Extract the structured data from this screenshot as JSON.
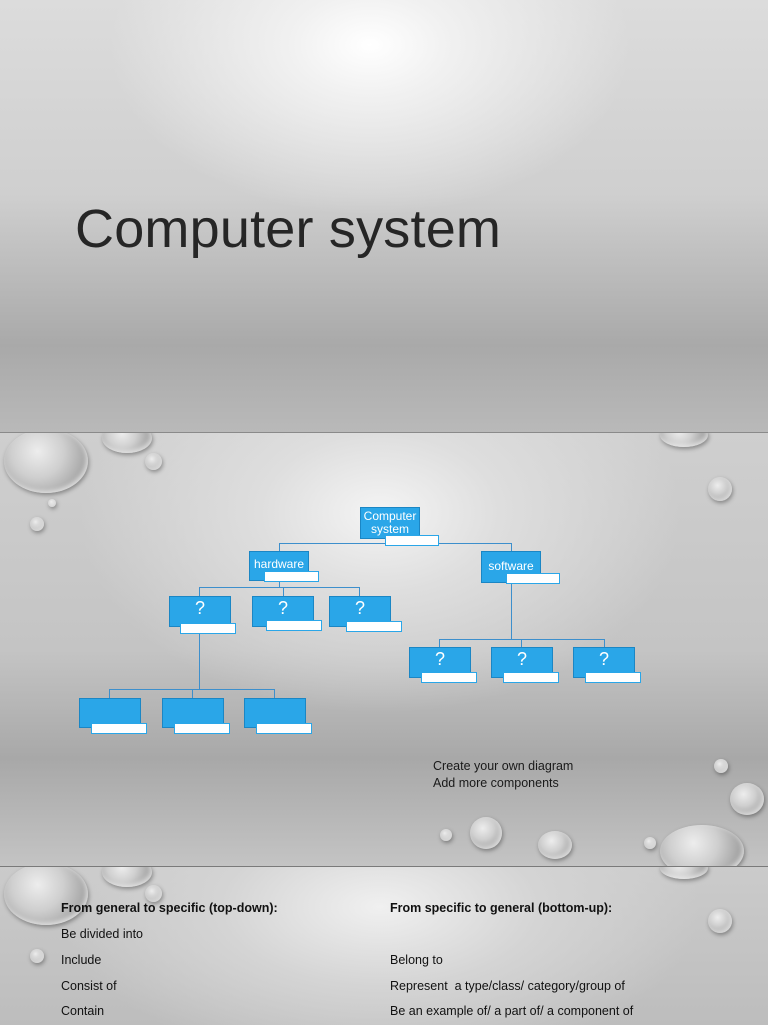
{
  "slide1": {
    "title": "Computer system"
  },
  "slide2": {
    "root": "Computer system",
    "hardware": "hardware",
    "software": "software",
    "placeholder": "?",
    "notes": [
      "Create your own diagram",
      "Add more components"
    ]
  },
  "slide3": {
    "left_heading": "From general to specific (top-down):",
    "left_items": [
      "Be divided into",
      "Include",
      "Consist of",
      "Contain"
    ],
    "right_heading": "From specific to general (bottom-up):",
    "right_items": [
      "Belong to",
      "Represent  a type/class/ category/group of",
      "Be an example of/ a part of/ a component of"
    ]
  },
  "colors": {
    "box": "#2aa6e8",
    "connector": "#3d8fcc",
    "title_text": "#262626"
  }
}
